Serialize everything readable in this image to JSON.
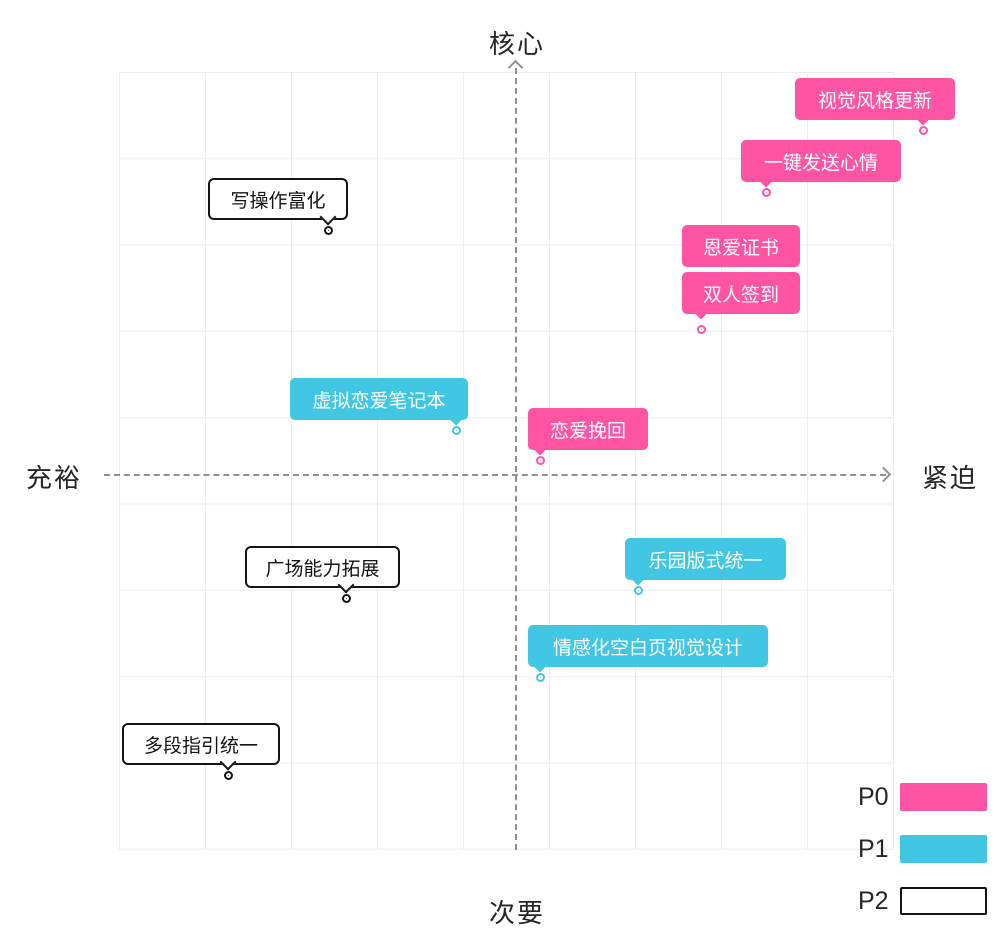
{
  "chart_data": {
    "type": "scatter",
    "title": "",
    "axes": {
      "y_top": "核心",
      "y_bottom": "次要",
      "x_left": "充裕",
      "x_right": "紧迫"
    },
    "axis_scale_note": "axes unlabeled; urgency/importance estimated 0-100 from left/bottom",
    "grid": true,
    "legend_position": "bottom-right",
    "points": [
      {
        "label": "视觉风格更新",
        "priority": "P0",
        "urgency": 100,
        "importance": 91
      },
      {
        "label": "一键发送心情",
        "priority": "P0",
        "urgency": 84,
        "importance": 83
      },
      {
        "label": "恩爱证书",
        "priority": "P0",
        "urgency": 76,
        "importance": 66
      },
      {
        "label": "双人签到",
        "priority": "P0",
        "urgency": 76,
        "importance": 66
      },
      {
        "label": "恋爱挽回",
        "priority": "P0",
        "urgency": 55,
        "importance": 49
      },
      {
        "label": "虚拟恋爱笔记本",
        "priority": "P1",
        "urgency": 45,
        "importance": 53
      },
      {
        "label": "乐园版式统一",
        "priority": "P1",
        "urgency": 68,
        "importance": 32
      },
      {
        "label": "情感化空白页视觉设计",
        "priority": "P1",
        "urgency": 55,
        "importance": 21
      },
      {
        "label": "写操作富化",
        "priority": "P2",
        "urgency": 29,
        "importance": 78
      },
      {
        "label": "广场能力拓展",
        "priority": "P2",
        "urgency": 31,
        "importance": 31
      },
      {
        "label": "多段指引统一",
        "priority": "P2",
        "urgency": 16,
        "importance": 9
      }
    ]
  },
  "legend": [
    {
      "label": "P0"
    },
    {
      "label": "P1"
    },
    {
      "label": "P2"
    }
  ],
  "colors": {
    "p0": "#FF53A4",
    "p1": "#41C7E3",
    "axis": "#909090",
    "grid": "#EDEDED",
    "p2_border": "#141414"
  }
}
